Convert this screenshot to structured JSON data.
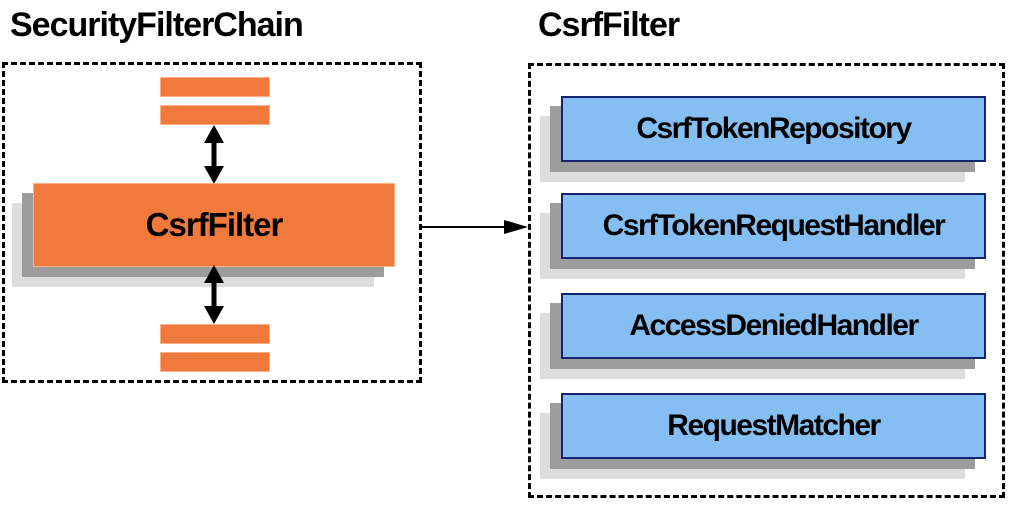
{
  "left_panel": {
    "title": "SecurityFilterChain",
    "main_filter_label": "CsrfFilter",
    "stacked_filter_bars_above": 2,
    "stacked_filter_bars_below": 2
  },
  "right_panel": {
    "title": "CsrfFilter",
    "components": [
      {
        "label": "CsrfTokenRepository"
      },
      {
        "label": "CsrfTokenRequestHandler"
      },
      {
        "label": "AccessDeniedHandler"
      },
      {
        "label": "RequestMatcher"
      }
    ]
  },
  "colors": {
    "orange": "#F2793C",
    "orange-hl": "#F9B183",
    "blue-fill": "#84BEF2",
    "blue-border": "#13246E",
    "shadow-dark": "#9D9D9D",
    "shadow-light": "#DDDDDD",
    "line": "#000000"
  }
}
